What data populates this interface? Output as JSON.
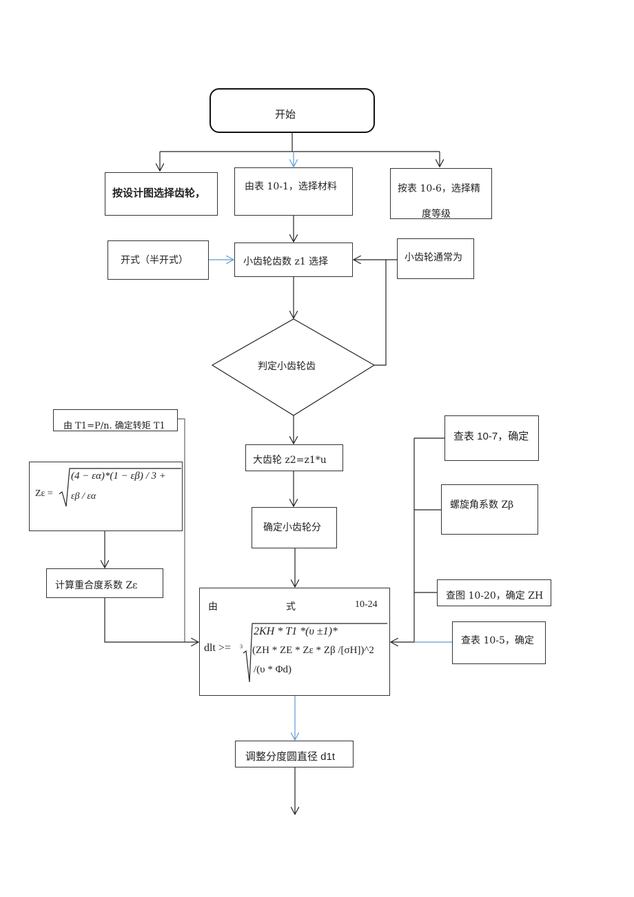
{
  "nodes": {
    "start": "开始",
    "select_gear": "按设计图选择齿轮，",
    "select_material": "由表 10-1，选择材料",
    "precision_line1": "按表 10-6，选择精",
    "precision_line2": "度等级",
    "open_type": "开式（半开式）",
    "z1_select": "小齿轮齿数 z1 选择",
    "z1_usually": "小齿轮通常为",
    "decide": "判定小齿轮齿",
    "torque": "由 T1=P/n. 确定转矩 T1",
    "z_eps_formula": {
      "lhs": "Zε =",
      "line1": "(4 − εα)*(1 − εβ) / 3 +",
      "line2": "εβ / εα"
    },
    "z_eps_calc": "计算重合度系数 Zε",
    "big_gear": "大齿轮 z2=z1*u",
    "determine_small": "确定小齿轮分",
    "formula": {
      "word1": "由",
      "word2": "式",
      "ref": "10-24",
      "lhs": "dlt >=",
      "root_index": "3",
      "line1": "2KH * T1 *(υ ±1)*",
      "line2": "(ZH * ZE * Zε * Zβ /[σH])^2",
      "line3": "/(υ * Φd)"
    },
    "table_10_7": "查表 10-7，确定",
    "helix": "螺旋角系数 Zβ",
    "fig_10_20": "查图 10-20，确定 ZH",
    "table_10_5": "查表 10-5，确定",
    "adjust": "调整分度圆直径 d1t"
  },
  "colors": {
    "line": "#222222",
    "blue_arrow": "#5b9bd5"
  }
}
